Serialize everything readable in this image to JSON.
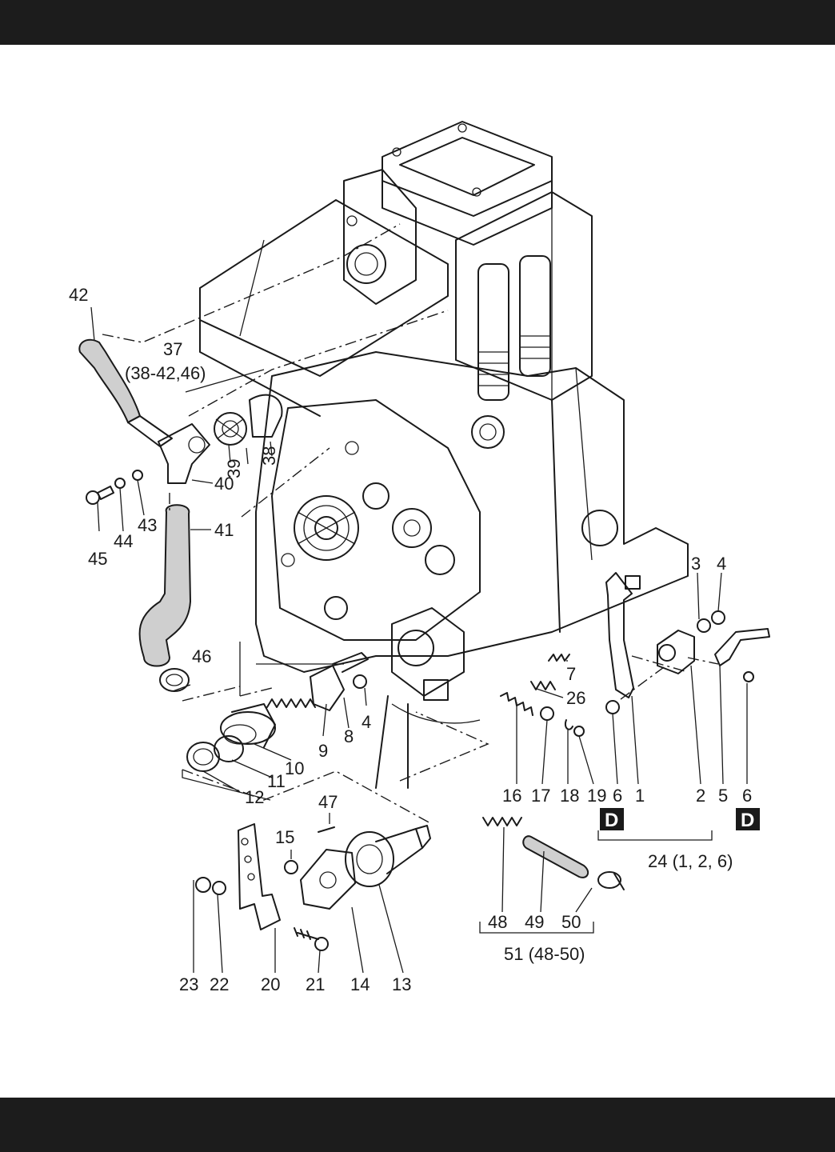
{
  "callouts": {
    "c1": "1",
    "c2": "2",
    "c3": "3",
    "c4a": "4",
    "c4b": "4",
    "c5": "5",
    "c6a": "6",
    "c6b": "6",
    "c7": "7",
    "c8": "8",
    "c9": "9",
    "c10": "10",
    "c11": "11",
    "c12": "12",
    "c13": "13",
    "c14": "14",
    "c15": "15",
    "c16": "16",
    "c17": "17",
    "c18": "18",
    "c19": "19",
    "c20": "20",
    "c21": "21",
    "c22": "22",
    "c23": "23",
    "c26": "26",
    "c37": "37",
    "c38": "38",
    "c39": "39",
    "c40": "40",
    "c41": "41",
    "c42": "42",
    "c43": "43",
    "c44": "44",
    "c45": "45",
    "c46": "46",
    "c47": "47",
    "c48": "48",
    "c49": "49",
    "c50": "50"
  },
  "groups": {
    "g37": "(38-42,46)",
    "g24": "24 (1, 2, 6)",
    "g51": "51 (48-50)"
  },
  "markers": {
    "d1": "D",
    "d2": "D"
  }
}
